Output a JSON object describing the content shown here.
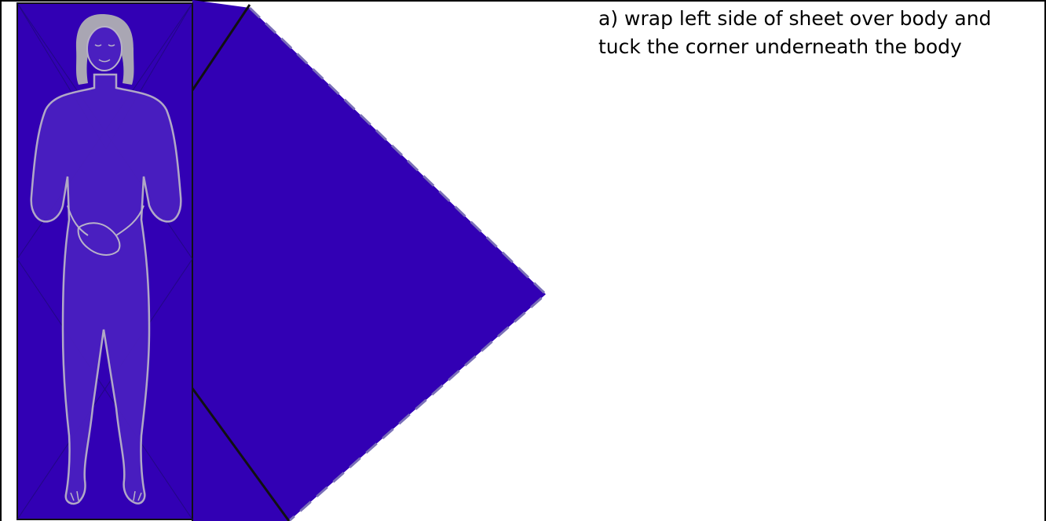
{
  "caption": {
    "line1": "a) wrap left side of sheet over body and",
    "line2": "tuck the corner underneath the body"
  },
  "colors": {
    "sheet": "#3200b4",
    "sheet_dark": "#2e00a8",
    "body_fill": "#4a1fc0",
    "body_outline": "#b8b2c8",
    "hair": "#a9a6b3",
    "fold_line": "#1a1a1a"
  },
  "figure": {
    "subject": "person lying on sheet",
    "icon": "person-figure-icon"
  }
}
